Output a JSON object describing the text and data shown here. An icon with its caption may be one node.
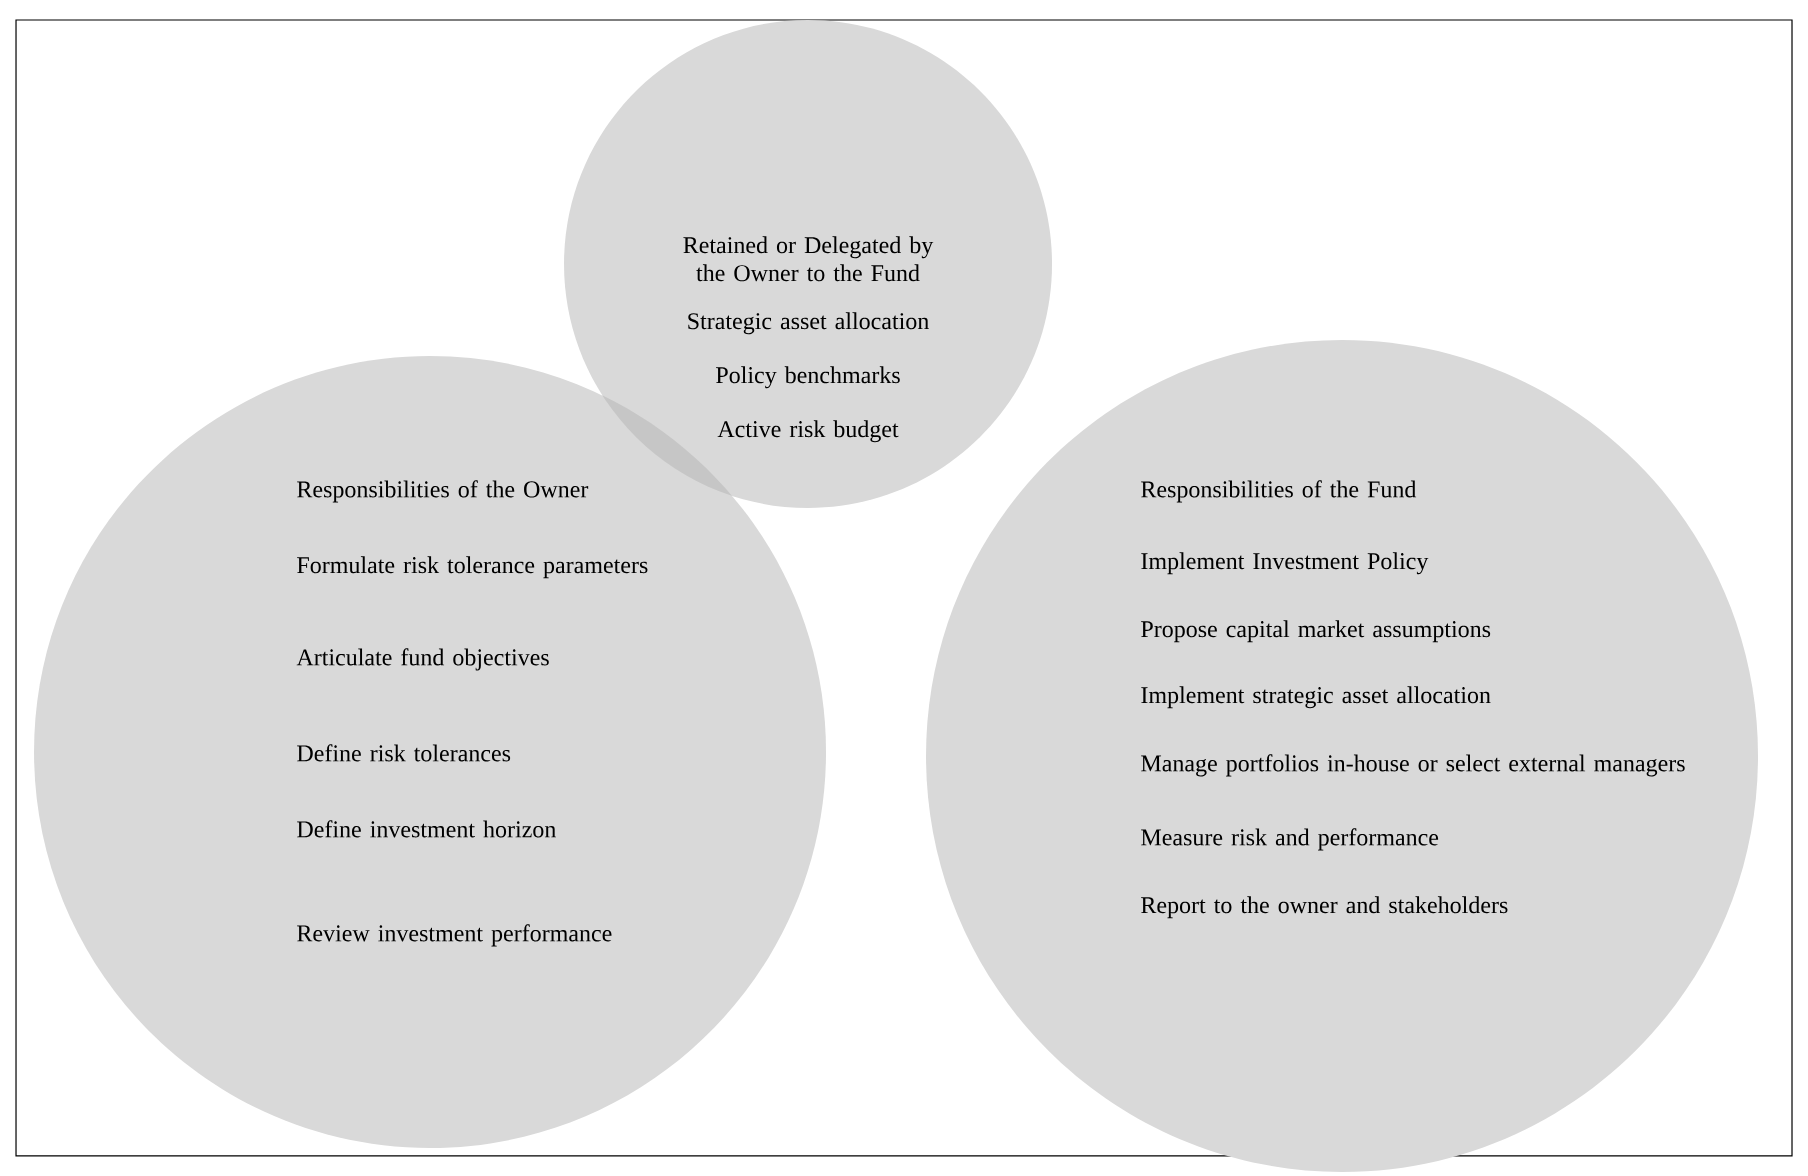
{
  "diagram": {
    "nodes": [
      {
        "text": [
          "Retained or Delegated by the Owner to the Fund",
          "Strategic asset allocation",
          "Policy benchmarks",
          "Active risk budget"
        ]
      },
      {
        "text": [
          "Responsibilities of the Owner",
          "Formulate risk tolerance parameters",
          "Articulate fund objectives",
          "Define risk tolerances",
          "Define investment horizon",
          "Review investment performance"
        ]
      },
      {
        "text": [
          "Responsibilities of the Fund",
          "Implement Investment Policy",
          "Propose capital market assumptions",
          "Implement strategic asset allocation",
          "Manage portfolios in-house or select external managers",
          "Measure risk and performance",
          "Report to the owner and stakeholders"
        ]
      }
    ]
  }
}
